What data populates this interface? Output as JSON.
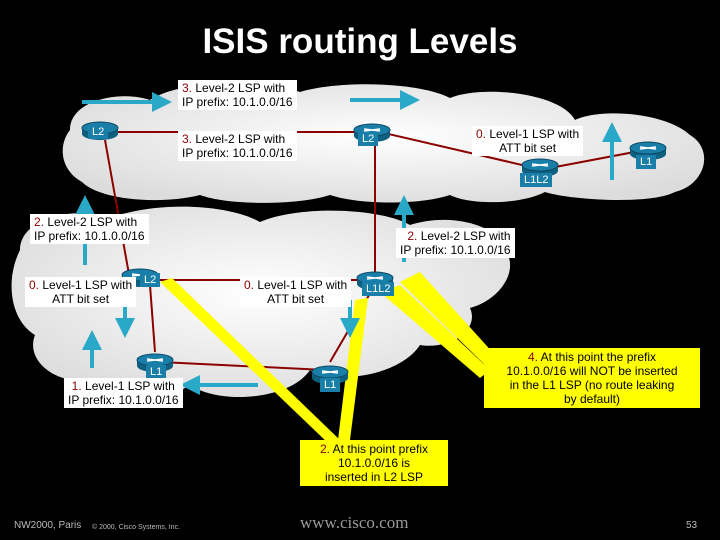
{
  "title": "ISIS routing Levels",
  "labels": {
    "top_a": {
      "num": "3.",
      "l1": " Level-2 LSP with",
      "l2": "IP prefix: 10.1.0.0/16"
    },
    "top_b": {
      "num": "3.",
      "l1": " Level-2 LSP with",
      "l2": "IP prefix: 10.1.0.0/16"
    },
    "top_att": {
      "num": "0.",
      "l1": " Level-1 LSP with",
      "l2": "ATT bit set"
    },
    "mid_left": {
      "num": "2.",
      "l1": " Level-2 LSP with",
      "l2": "IP prefix: 10.1.0.0/16"
    },
    "mid_right": {
      "num": "2.",
      "l1": " Level-2 LSP with",
      "l2": "IP prefix: 10.1.0.0/16"
    },
    "att_left": {
      "num": "0.",
      "l1": " Level-1 LSP with",
      "l2": "ATT bit set"
    },
    "att_mid": {
      "num": "0.",
      "l1": " Level-1 LSP with",
      "l2": "ATT bit set"
    },
    "bottom_l1": {
      "num": "1.",
      "l1": " Level-1 LSP with",
      "l2": "IP prefix: 10.1.0.0/16"
    }
  },
  "notes": {
    "note4": {
      "num": "4.",
      "l1": " At this point the prefix",
      "l2": "10.1.0.0/16 will NOT be inserted",
      "l3": "in the L1 LSP (no route leaking",
      "l4": "by default)"
    },
    "note2": {
      "num": "2.",
      "l1": " At this point prefix",
      "l2": "10.1.0.0/16 is",
      "l3": "inserted in L2 LSP"
    }
  },
  "routers": {
    "r_top_left": "L2",
    "r_top_mid": "L2",
    "r_top_right": "L1",
    "r_l1l2_top": "L1L2",
    "r_left": "L2",
    "r_mid": "L1L2",
    "r_bottom_left": "L1",
    "r_bottom_mid": "L1"
  },
  "footer": {
    "left": "NW2000, Paris",
    "copyright": "© 2000, Cisco Systems, Inc.",
    "brand": "www.cisco.com",
    "page": "53"
  },
  "colors": {
    "background": "#000000",
    "cloud": "#efefef",
    "router": "#1a7fa8",
    "arrow": "#2aa8c8",
    "highlight": "#ffff00",
    "step_number": "#8b0000"
  }
}
